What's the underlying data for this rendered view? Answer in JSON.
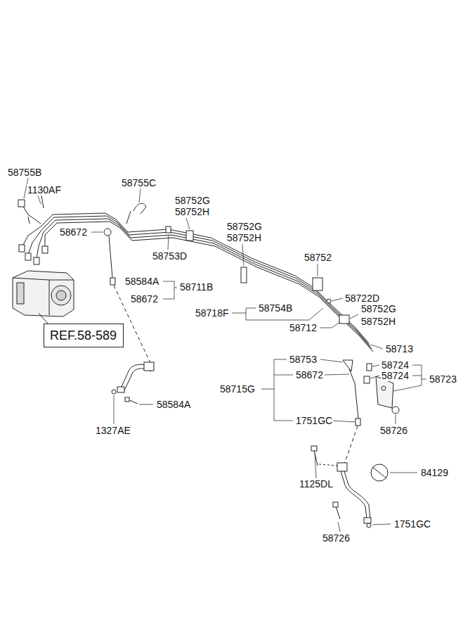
{
  "diagram": {
    "nodes": [
      {
        "text": [
          "REF.58-589"
        ]
      }
    ],
    "labels": [
      "58755B",
      "1130AF",
      "58755C",
      "58752G",
      "58752H",
      "58672",
      "58753D",
      "58752G",
      "58752H",
      "58584A",
      "58711B",
      "58672",
      "58752",
      "58722D",
      "58718F",
      "58754B",
      "58752G",
      "58752H",
      "58712",
      "58713",
      "58753",
      "58724",
      "58715G",
      "58672",
      "58724",
      "58723",
      "58584A",
      "1327AE",
      "1751GC",
      "58726",
      "1125DL",
      "84129",
      "1751GC",
      "58726"
    ]
  }
}
